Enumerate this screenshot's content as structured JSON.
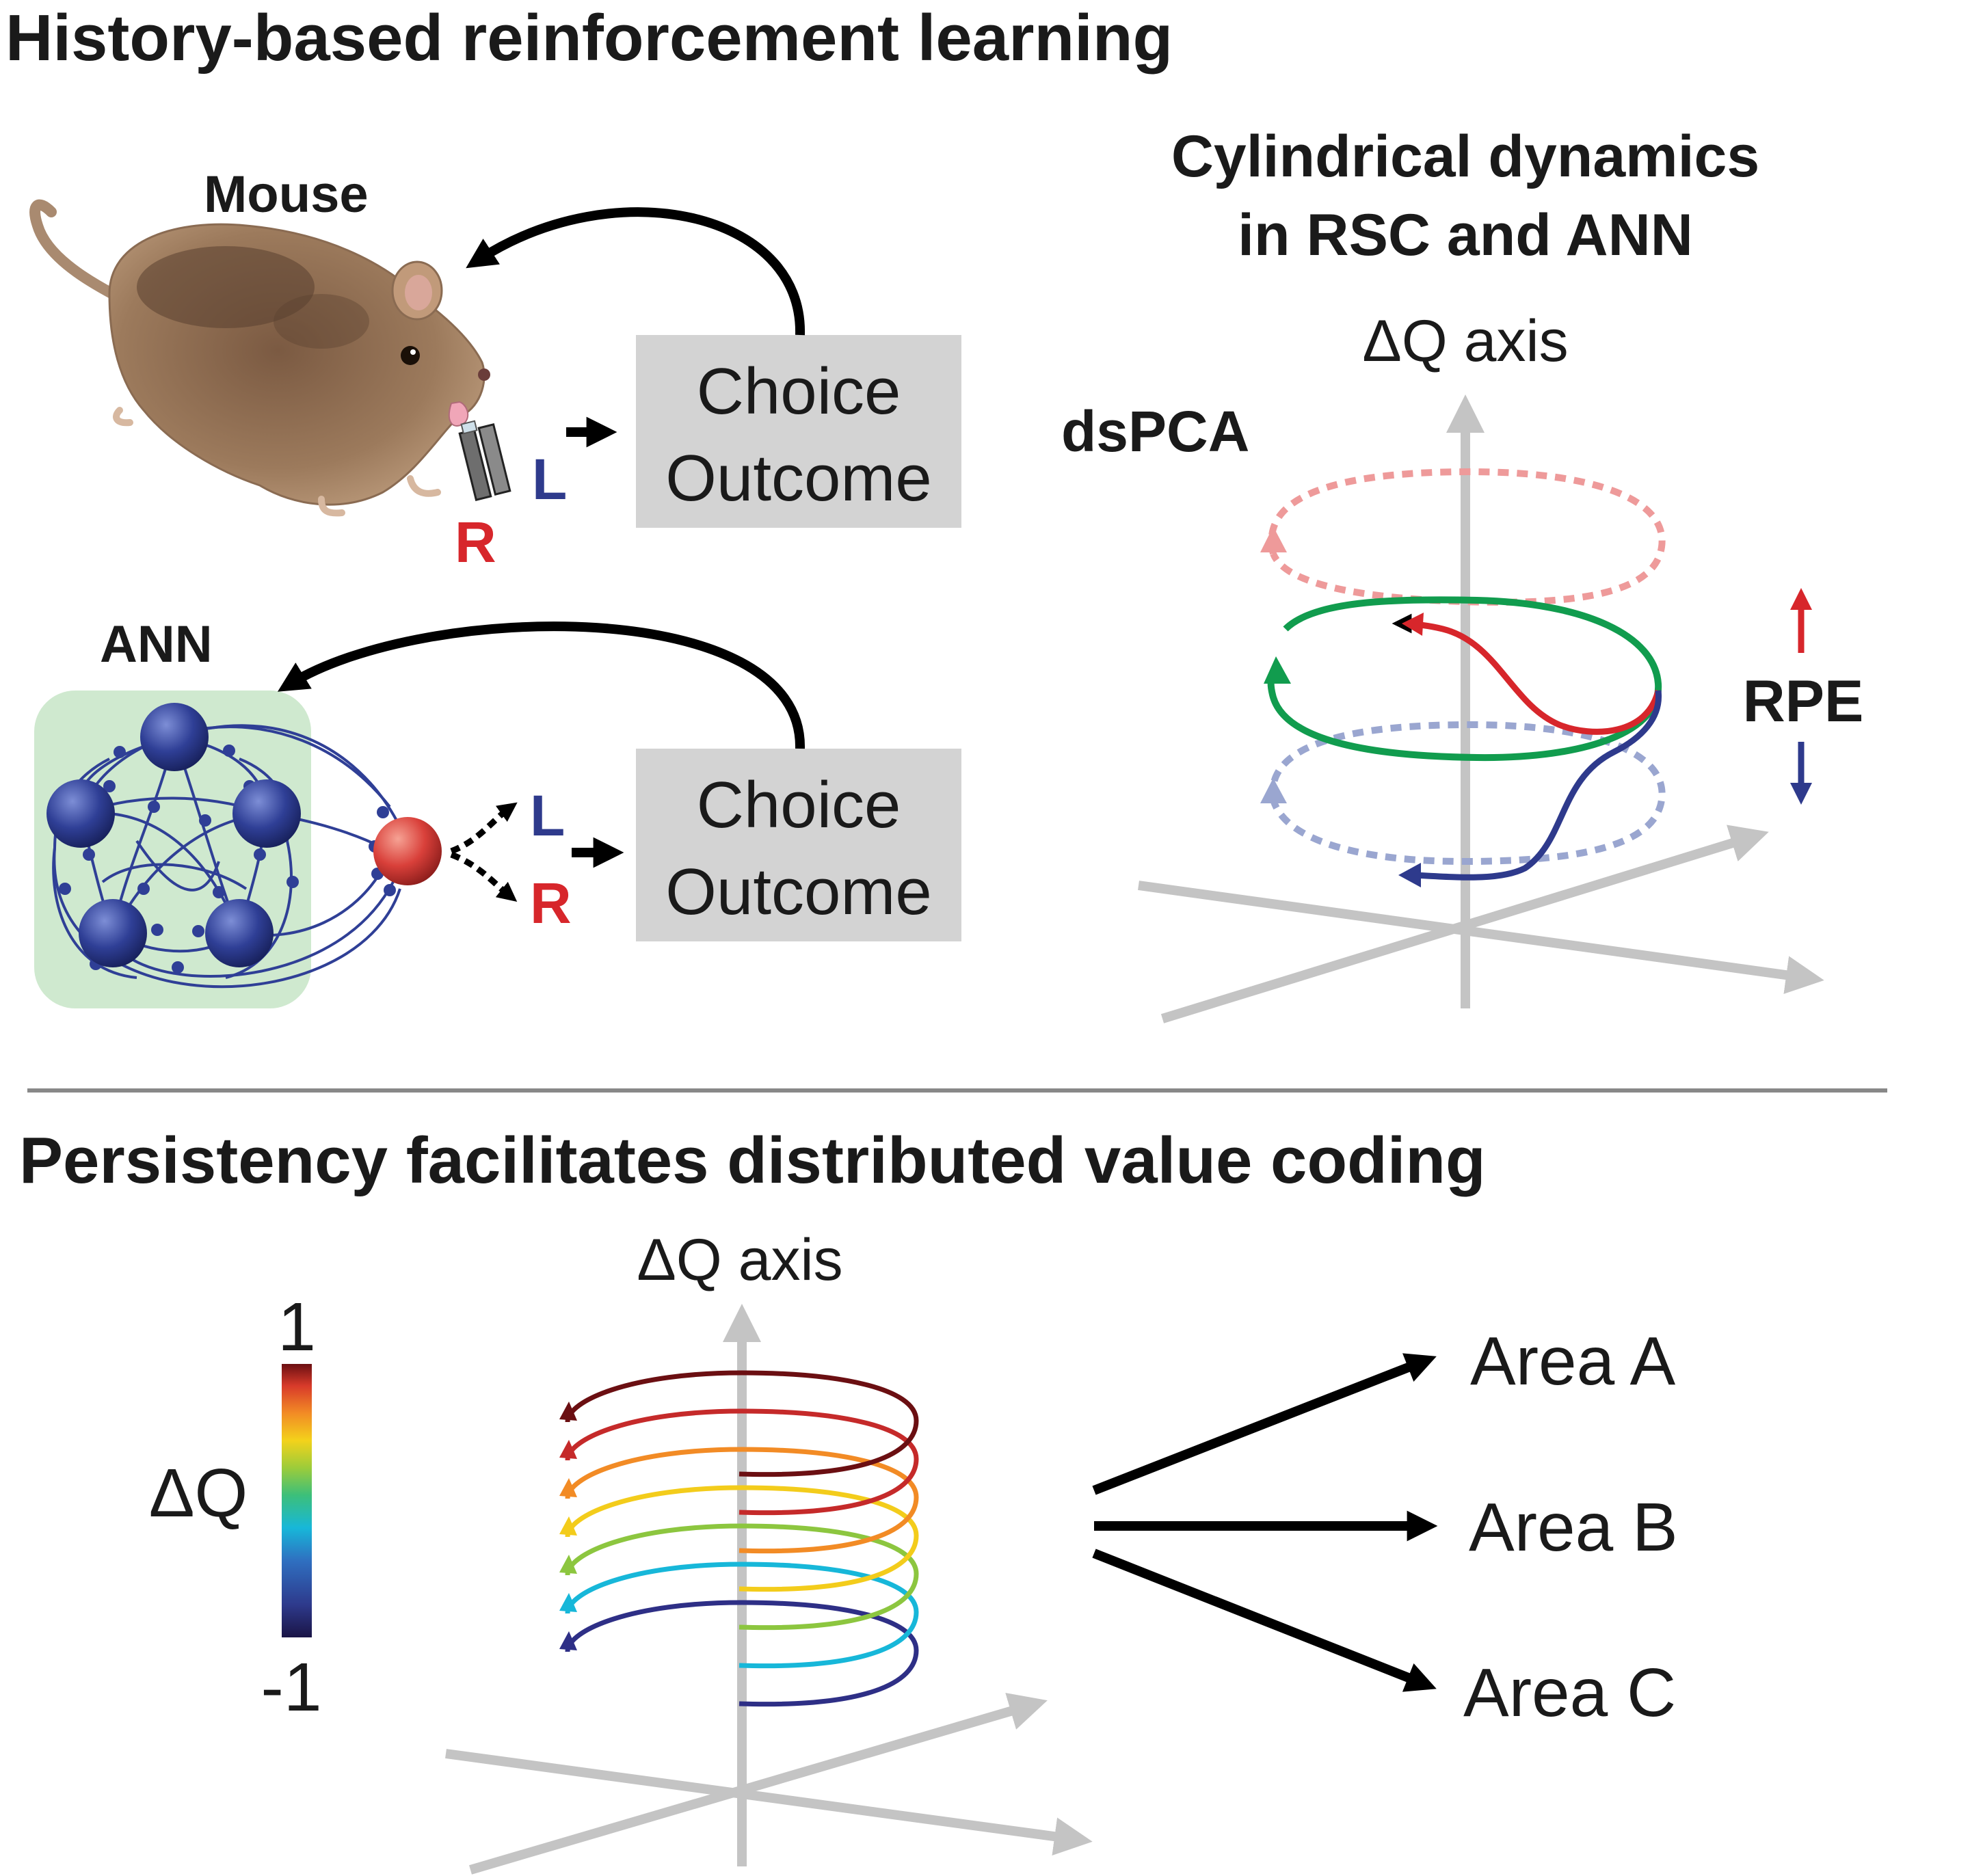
{
  "top": {
    "title": "History-based reinforcement learning",
    "mouse_label": "Mouse",
    "ann_label": "ANN",
    "mouse_box": {
      "line1": "Choice",
      "line2": "Outcome"
    },
    "ann_box": {
      "line1": "Choice",
      "line2": "Outcome"
    },
    "choice_left": "L",
    "choice_right": "R",
    "dynamics_title_line1": "Cylindrical dynamics",
    "dynamics_title_line2": "in RSC and ANN",
    "axis_label": "ΔQ axis",
    "method_label": "dsPCA",
    "rpe_label": "RPE"
  },
  "bottom": {
    "title": "Persistency facilitates distributed value coding",
    "axis_label": "ΔQ axis",
    "colorbar": {
      "label": "ΔQ",
      "max_label": "1",
      "min_label": "-1"
    },
    "areas": [
      "Area A",
      "Area B",
      "Area C"
    ]
  },
  "colors": {
    "gray_axis": "#c4c4c4",
    "box_fill": "#d3d3d3",
    "left_blue": "#2e3a8c",
    "right_red": "#d7262b",
    "green_loop": "#119c4e",
    "faint_red": "#ee9a9a",
    "faint_blue": "#9aa6d0",
    "ann_bg": "#cfe9cf",
    "node_blue": "#2f3f96",
    "helix_colors": [
      "#2e2f86",
      "#17b7d9",
      "#8cc63f",
      "#f3cc1b",
      "#f28b25",
      "#c52a2a",
      "#6b0f12"
    ]
  }
}
